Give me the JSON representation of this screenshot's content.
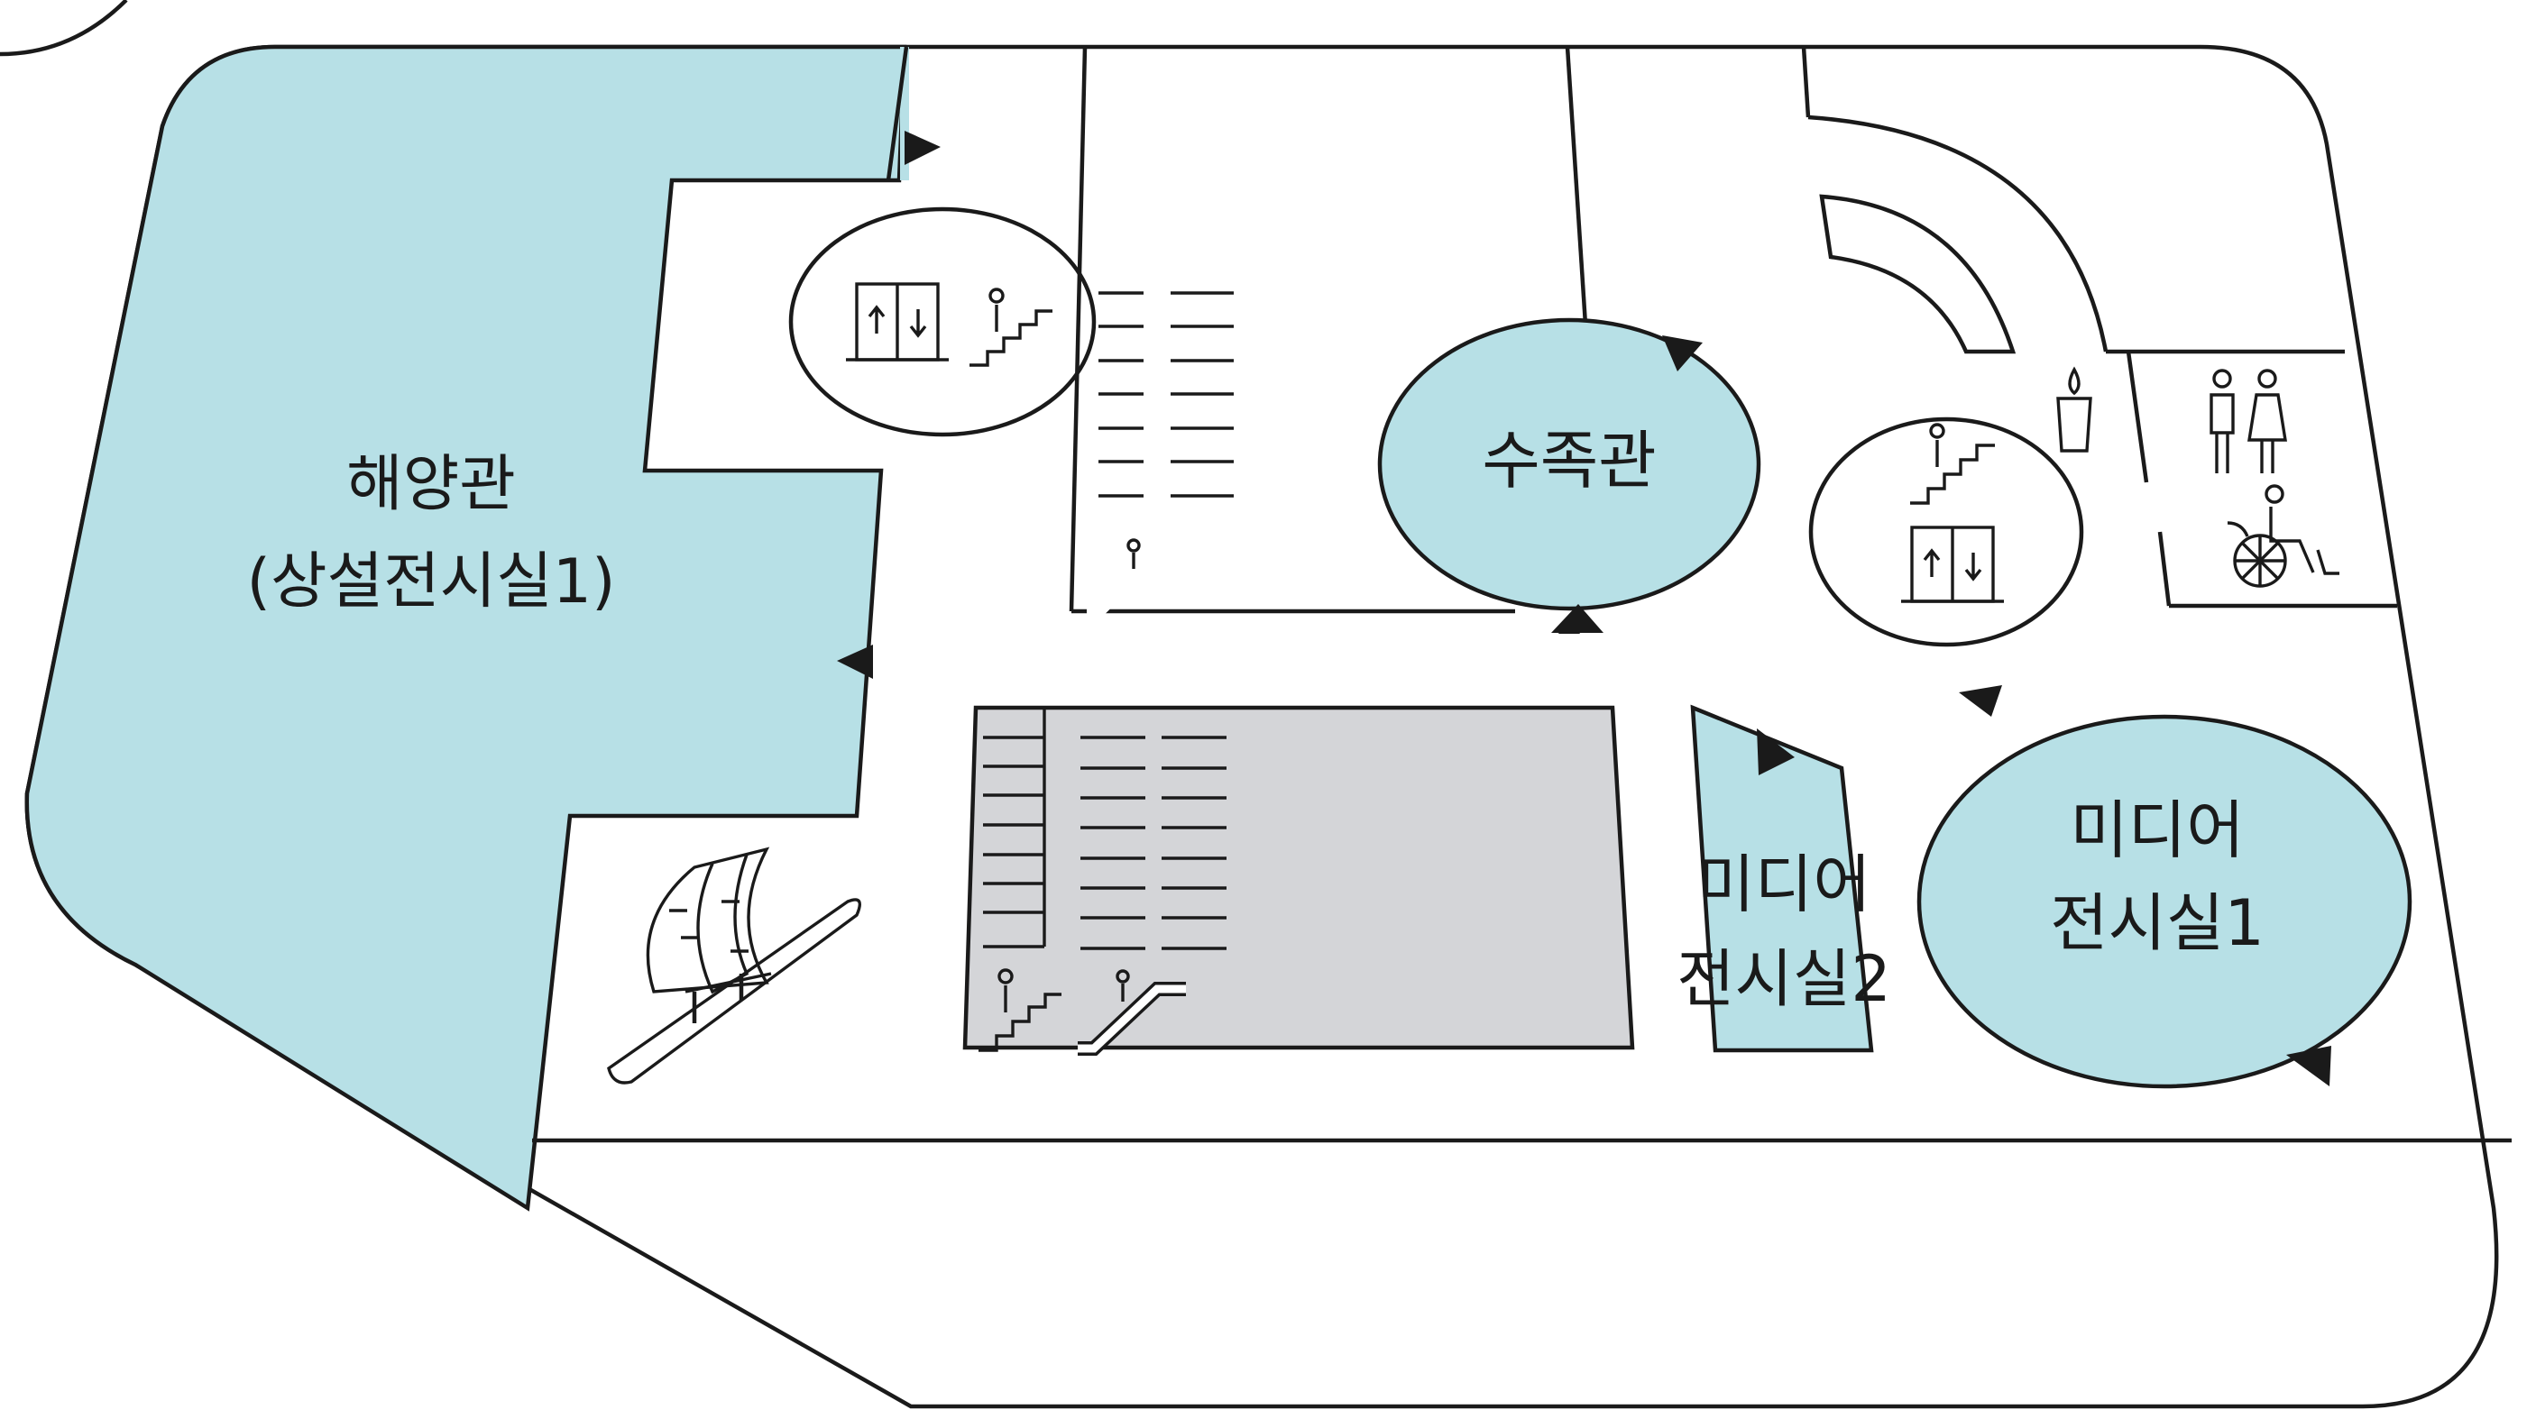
{
  "floor_map": {
    "rooms": [
      {
        "line1": "해양관",
        "line2": "(상설전시실1)"
      },
      {
        "line1": "수족관"
      },
      {
        "line1": "미디어",
        "line2": "전시실1"
      },
      {
        "line1": "미디어",
        "line2": "전시실2"
      }
    ],
    "icons": [
      "elevator-icon",
      "stairs-icon",
      "escalator-icon",
      "restroom-icon",
      "accessible-icon",
      "water-fountain-icon",
      "ship-exhibit-icon",
      "entrance-arrow-icon"
    ],
    "colors": {
      "exhibit": "#b7e0e6",
      "atrium": "#d4d5d8",
      "outline": "#1a1a1a",
      "background": "#ffffff"
    }
  }
}
